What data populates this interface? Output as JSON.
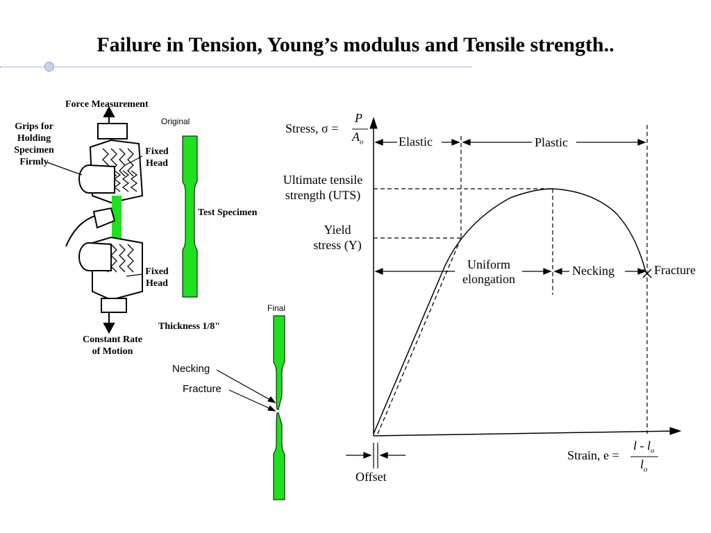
{
  "title": "Failure in Tension, Young’s modulus and Tensile strength..",
  "machine": {
    "force_measurement": "Force Measurement",
    "grips": [
      "Grips for",
      "Holding",
      "Specimen",
      "Firmly"
    ],
    "fixed_head_top": [
      "Fixed",
      "Head"
    ],
    "fixed_head_bottom": [
      "Fixed",
      "Head"
    ],
    "constant_rate": [
      "Constant Rate",
      "of Motion"
    ]
  },
  "specimen": {
    "original": "Original",
    "test_specimen": "Test Specimen",
    "thickness": "Thickness 1/8\"",
    "final": "Final",
    "necking": "Necking",
    "fracture": "Fracture"
  },
  "graph": {
    "stress_label": "Stress, σ =",
    "stress_num": "P",
    "stress_den": "A",
    "stress_den_sub": "o",
    "strain_label": "Strain, e =",
    "strain_num": "l - l",
    "strain_num_sub": "o",
    "strain_den": "l",
    "strain_den_sub": "o",
    "elastic": "Elastic",
    "plastic": "Plastic",
    "uts": [
      "Ultimate tensile",
      "strength (UTS)"
    ],
    "yield": [
      "Yield",
      "stress (Y)"
    ],
    "uniform": [
      "Uniform",
      "elongation"
    ],
    "necking": "Necking",
    "fracture": "Fracture",
    "offset": "Offset"
  },
  "colors": {
    "specimen_fill": "#1ee01e",
    "rule": "#5b6fb5"
  }
}
